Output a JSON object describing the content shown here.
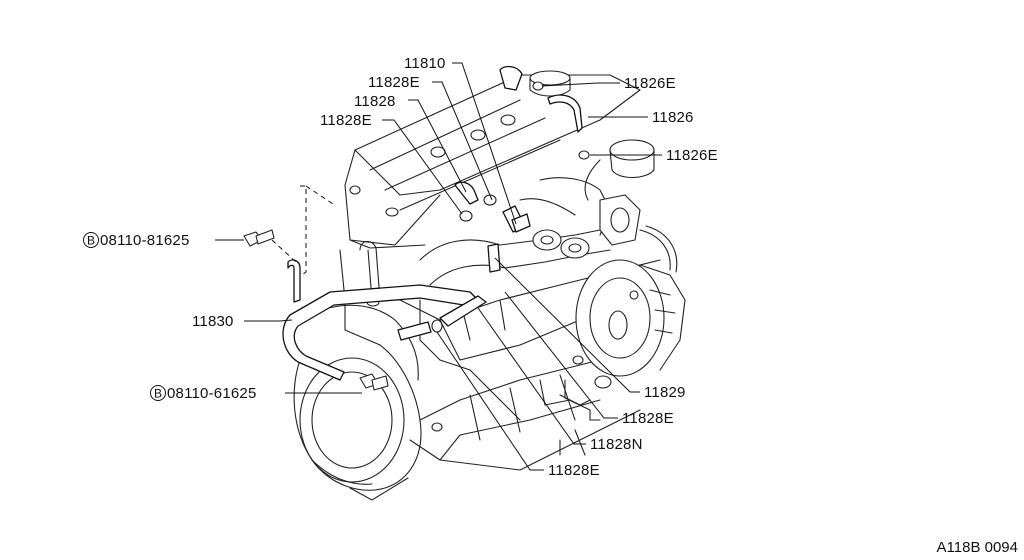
{
  "labels": {
    "p11810": "11810",
    "p11828e_1": "11828E",
    "p11828": "11828",
    "p11828e_2": "11828E",
    "p11826e_1": "11826E",
    "p11826": "11826",
    "p11826e_2": "11826E",
    "bolt1": "08110-81625",
    "p11830": "11830",
    "bolt2": "08110-61625",
    "p11829": "11829",
    "p11828e_3": "11828E",
    "p11828n": "11828N",
    "p11828e_4": "11828E"
  },
  "bolt_prefix": "B",
  "ref_code": "A118B 0094"
}
